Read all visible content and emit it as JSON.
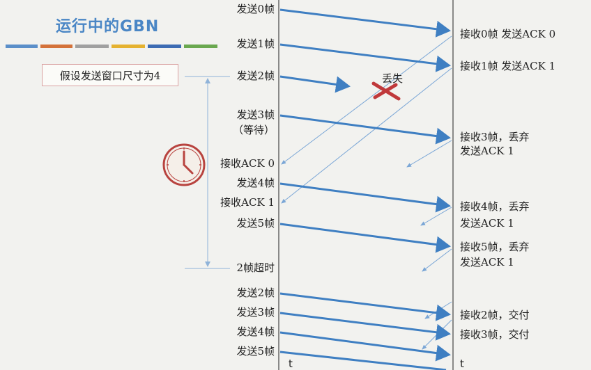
{
  "title": "运行中的GBN",
  "assumption": "假设发送窗口尺寸为4",
  "colors": {
    "title": "#4a86c5",
    "arrow": "#3f7fc2",
    "ack_line": "#7aa6d6",
    "lost_x": "#c0393b",
    "clock": "#b8433f",
    "bar": [
      "#5b8fc9",
      "#d4723a",
      "#a0a0a0",
      "#e5b230",
      "#3d6cb3",
      "#6aa84f"
    ]
  },
  "icons": {
    "timer": "clock-icon",
    "lost": "cross-icon"
  },
  "timeline": {
    "sender_axis": "t",
    "receiver_axis": "t"
  },
  "lost_label": "丢失",
  "timeout_label": "2帧超时",
  "sender": [
    {
      "text": "发送0帧"
    },
    {
      "text": "发送1帧"
    },
    {
      "text": "发送2帧"
    },
    {
      "text": "发送3帧"
    },
    {
      "text": "（等待）"
    },
    {
      "text": "接收ACK 0"
    },
    {
      "text": "发送4帧"
    },
    {
      "text": "接收ACK 1"
    },
    {
      "text": "发送5帧"
    },
    {
      "text": "发送2帧"
    },
    {
      "text": "发送3帧"
    },
    {
      "text": "发送4帧"
    },
    {
      "text": "发送5帧"
    }
  ],
  "receiver": [
    {
      "text": "接收0帧 发送ACK 0"
    },
    {
      "text": "接收1帧 发送ACK 1"
    },
    {
      "text": "接收3帧，丢弃"
    },
    {
      "text": "发送ACK 1"
    },
    {
      "text": "接收4帧，丢弃"
    },
    {
      "text": "发送ACK 1"
    },
    {
      "text": "接收5帧，丢弃"
    },
    {
      "text": "发送ACK 1"
    },
    {
      "text": "接收2帧，交付"
    },
    {
      "text": "接收3帧，交付"
    }
  ]
}
